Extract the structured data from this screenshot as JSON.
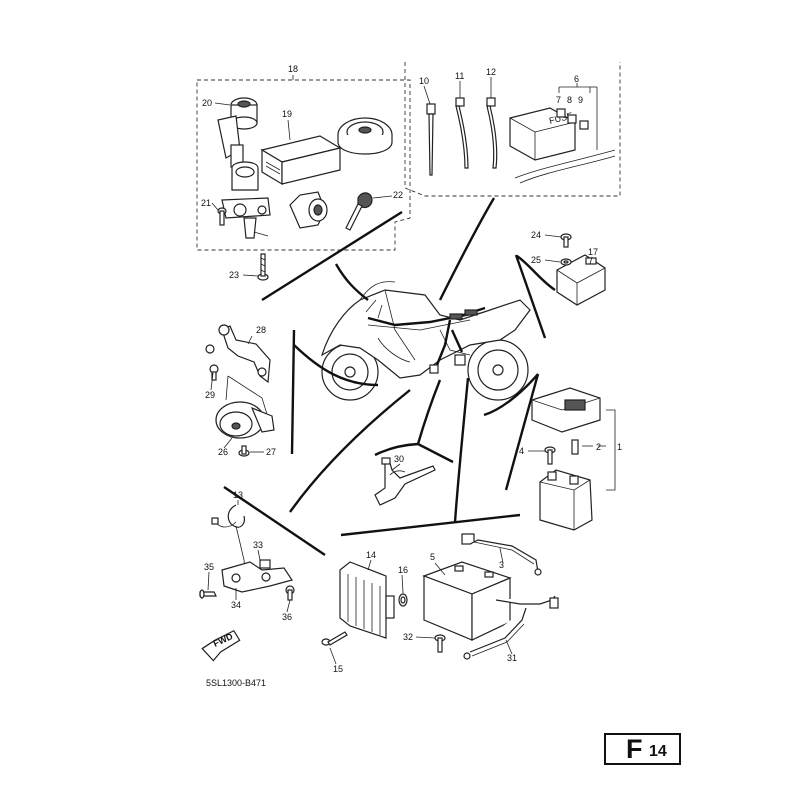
{
  "callouts": {
    "c1": "1",
    "c2": "2",
    "c3": "3",
    "c4": "4",
    "c5": "5",
    "c6": "6",
    "c7": "7",
    "c8": "8",
    "c9": "9",
    "c10": "10",
    "c11": "11",
    "c12": "12",
    "c13": "13",
    "c14": "14",
    "c15": "15",
    "c16": "16",
    "c17": "17",
    "c18": "18",
    "c19": "19",
    "c20": "20",
    "c21": "21",
    "c22": "22",
    "c23": "23",
    "c24": "24",
    "c25": "25",
    "c26": "26",
    "c27": "27",
    "c28": "28",
    "c29": "29",
    "c30": "30",
    "c31": "31",
    "c32": "32",
    "c33": "33",
    "c34": "34",
    "c35": "35",
    "c36": "36"
  },
  "fwd_label": "FWD",
  "fuse_label": "FUSE",
  "diagram_code": "5SL1300-B471",
  "page_code": {
    "letter": "F",
    "number": "14"
  }
}
